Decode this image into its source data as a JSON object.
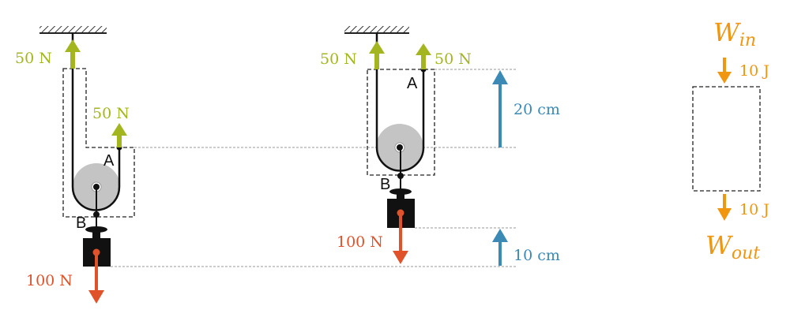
{
  "colors": {
    "tension": "#a3b61f",
    "weight": "#e0522a",
    "displacement": "#3a8ab5",
    "work": "#f0960f"
  },
  "left_setup": {
    "tension_left": "50 N",
    "tension_right": "50 N",
    "weight": "100 N",
    "point_a": "A",
    "point_b": "B"
  },
  "middle_setup": {
    "tension_left": "50 N",
    "tension_right": "50 N",
    "weight": "100 N",
    "point_a": "A",
    "point_b": "B",
    "rope_displacement": "20 cm",
    "load_displacement": "10 cm"
  },
  "energy_box": {
    "w_in_base": "W",
    "w_in_sub": "in",
    "w_in_value": "10 J",
    "w_out_base": "W",
    "w_out_sub": "out",
    "w_out_value": "10 J"
  }
}
